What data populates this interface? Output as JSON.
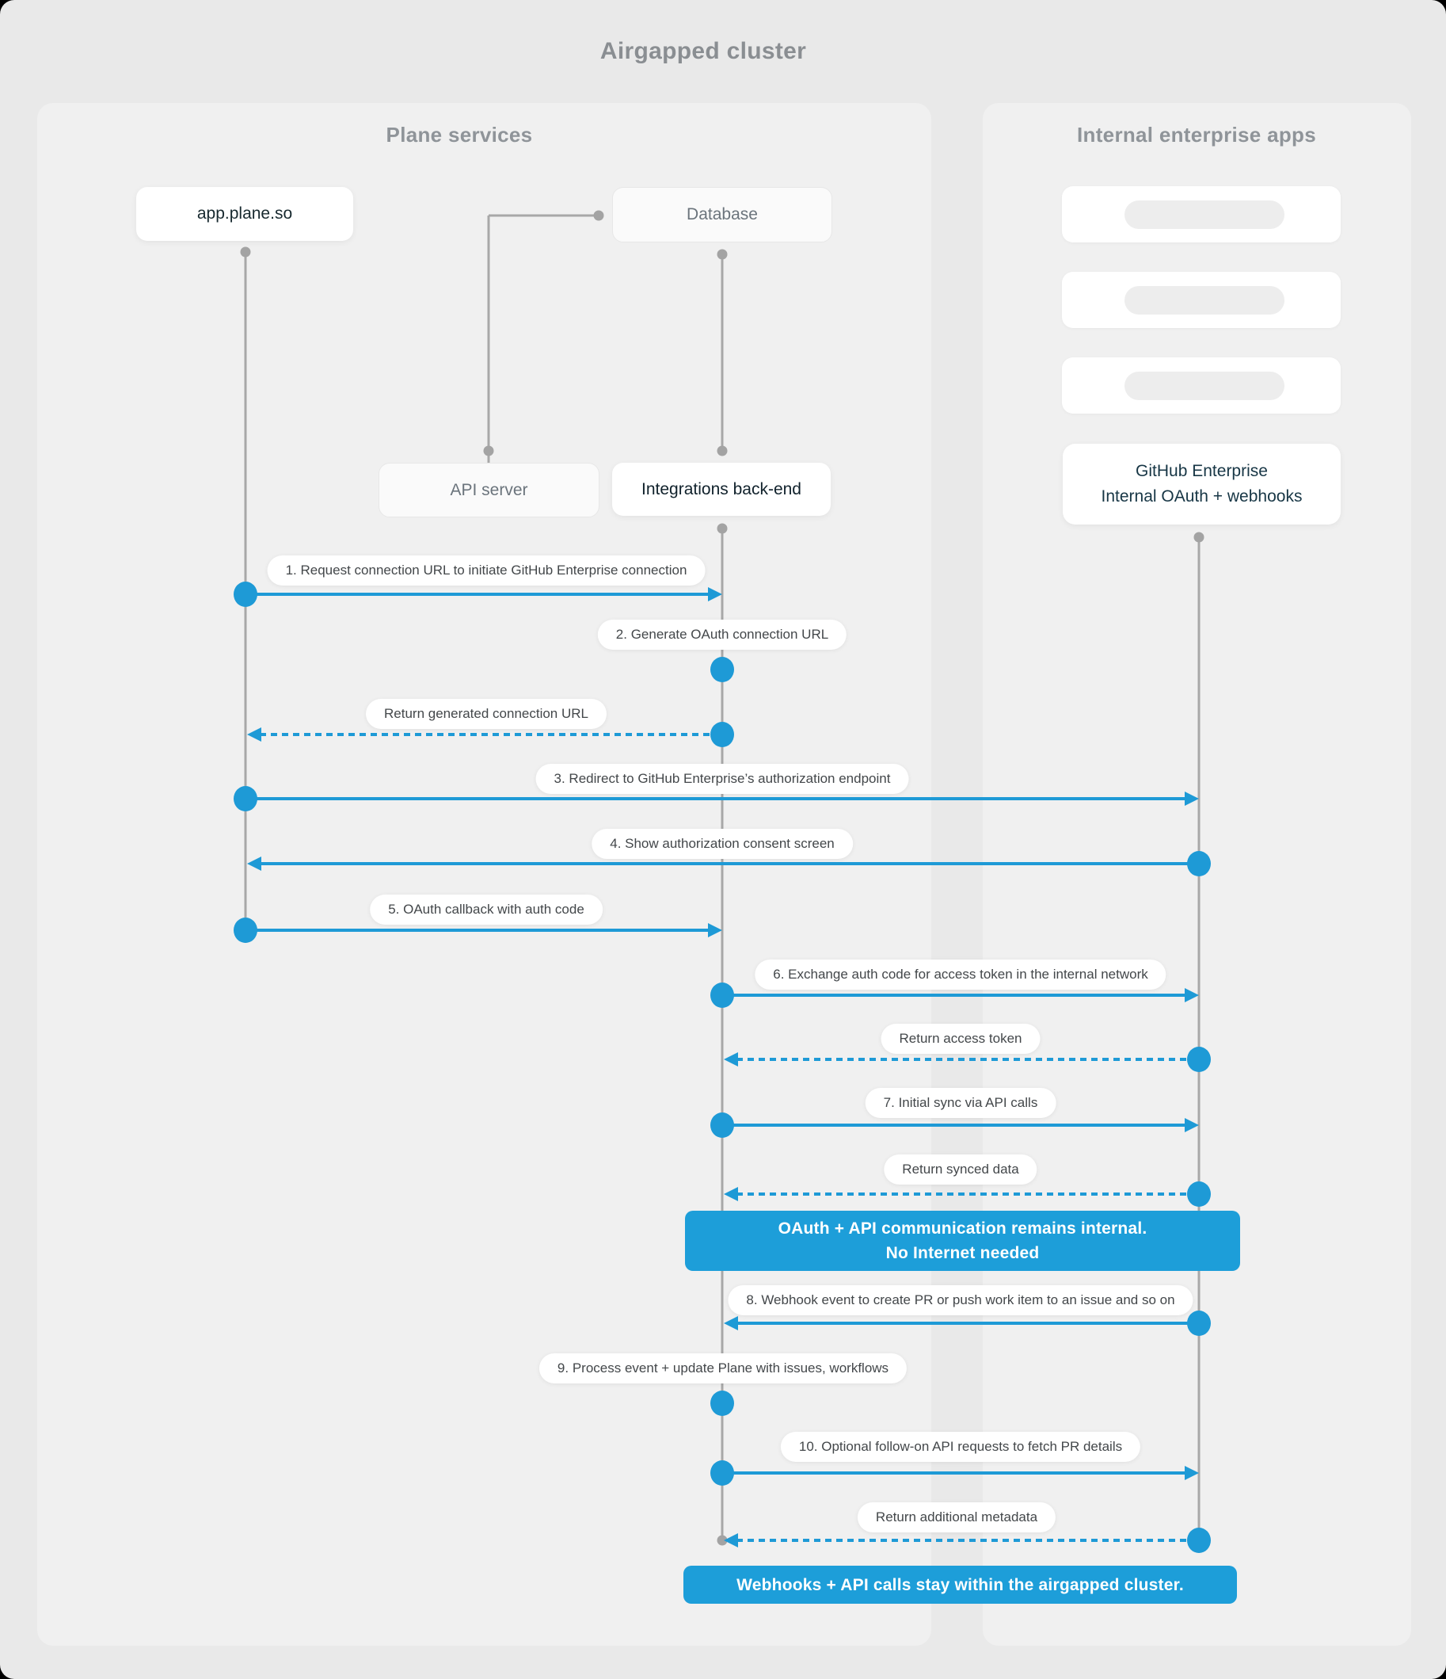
{
  "title": "Airgapped cluster",
  "panels": {
    "plane": "Plane services",
    "internal": "Internal enterprise apps"
  },
  "nodes": {
    "app": "app.plane.so",
    "database": "Database",
    "api_server": "API server",
    "integrations": "Integrations back-end",
    "github_line1": "GitHub Enterprise",
    "github_line2": "Internal OAuth + webhooks"
  },
  "internal_placeholders": 3,
  "messages": [
    {
      "label": "1. Request connection URL to initiate GitHub Enterprise connection",
      "type": "solid",
      "from": "app.plane.so",
      "to": "Integrations back-end"
    },
    {
      "label": "2. Generate OAuth connection URL",
      "type": "self",
      "from": "Integrations back-end",
      "to": "Integrations back-end"
    },
    {
      "label": "Return generated connection URL",
      "type": "dashed",
      "from": "Integrations back-end",
      "to": "app.plane.so"
    },
    {
      "label": "3. Redirect to GitHub Enterprise’s authorization endpoint",
      "type": "solid",
      "from": "app.plane.so",
      "to": "GitHub Enterprise"
    },
    {
      "label": "4. Show authorization consent screen",
      "type": "solid",
      "from": "GitHub Enterprise",
      "to": "app.plane.so"
    },
    {
      "label": "5. OAuth callback with auth code",
      "type": "solid",
      "from": "app.plane.so",
      "to": "Integrations back-end"
    },
    {
      "label": "6. Exchange auth code for access token in the internal network",
      "type": "solid",
      "from": "Integrations back-end",
      "to": "GitHub Enterprise"
    },
    {
      "label": "Return access token",
      "type": "dashed",
      "from": "GitHub Enterprise",
      "to": "Integrations back-end"
    },
    {
      "label": "7. Initial sync via API calls",
      "type": "solid",
      "from": "Integrations back-end",
      "to": "GitHub Enterprise"
    },
    {
      "label": "Return synced data",
      "type": "dashed",
      "from": "GitHub Enterprise",
      "to": "Integrations back-end"
    },
    {
      "label": "8. Webhook event to create PR  or push work item to an issue  and so on",
      "type": "solid",
      "from": "GitHub Enterprise",
      "to": "Integrations back-end"
    },
    {
      "label": "9. Process event + update Plane with issues, workflows",
      "type": "self",
      "from": "Integrations back-end",
      "to": "Integrations back-end"
    },
    {
      "label": "10. Optional follow-on API requests to fetch PR details",
      "type": "solid",
      "from": "Integrations back-end",
      "to": "GitHub Enterprise"
    },
    {
      "label": "Return additional metadata",
      "type": "dashed",
      "from": "GitHub Enterprise",
      "to": "Integrations back-end"
    }
  ],
  "banners": [
    {
      "line1": "OAuth + API communication remains internal.",
      "line2": "No Internet needed"
    },
    {
      "line1": "Webhooks + API calls stay within the airgapped cluster."
    }
  ],
  "colors": {
    "accent": "#1e9ad6",
    "banner": "#1d9ed9",
    "lifeline": "#a8a8a8",
    "panel_bg": "#f0f0f0",
    "page_bg": "#e9e9e9"
  }
}
